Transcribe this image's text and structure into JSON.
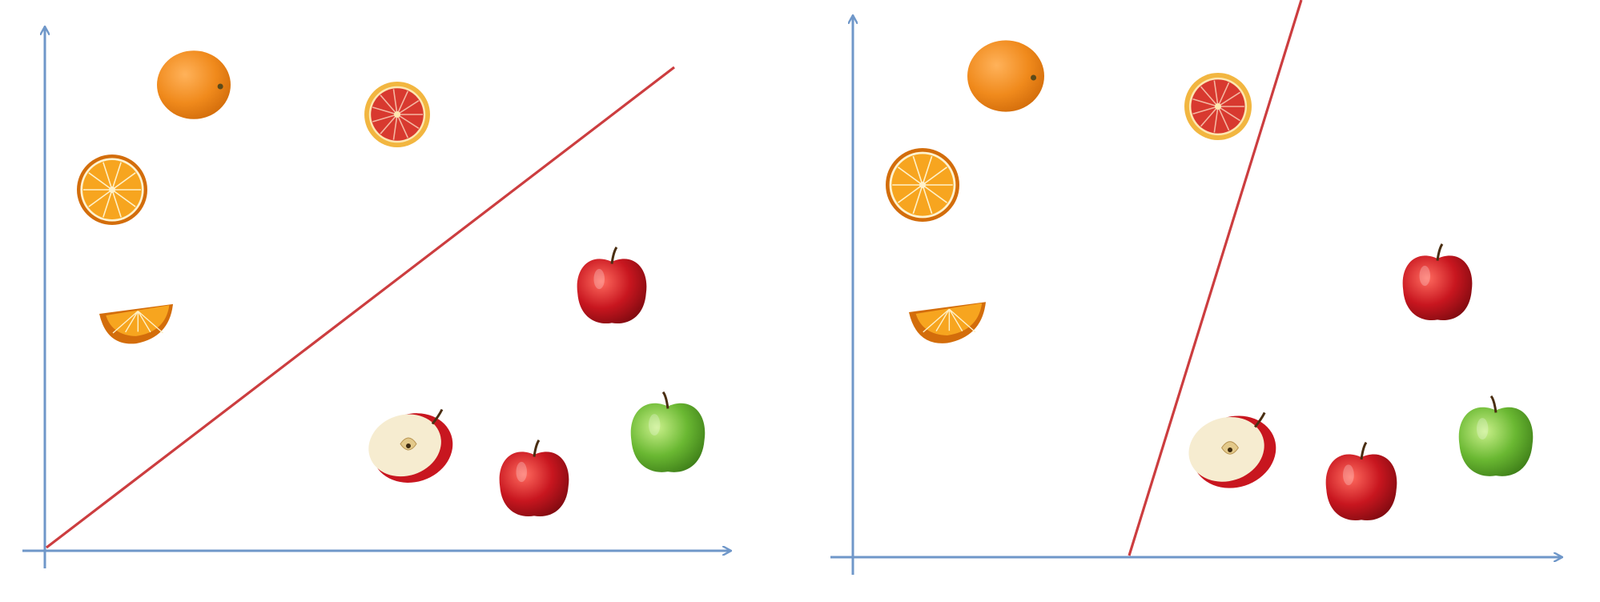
{
  "figure": {
    "panels": [
      {
        "id": "left",
        "boundary": "diagonal",
        "items": [
          {
            "kind": "orange",
            "name": "whole-orange"
          },
          {
            "kind": "blood-orange-half",
            "name": "blood-orange-half"
          },
          {
            "kind": "orange-half",
            "name": "orange-half"
          },
          {
            "kind": "orange-wedge",
            "name": "orange-wedge"
          },
          {
            "kind": "red-apple",
            "name": "red-apple-upper"
          },
          {
            "kind": "apple-half",
            "name": "apple-half"
          },
          {
            "kind": "red-apple",
            "name": "red-apple-lower"
          },
          {
            "kind": "green-apple",
            "name": "green-apple"
          }
        ]
      },
      {
        "id": "right",
        "boundary": "steep",
        "items": [
          {
            "kind": "orange",
            "name": "whole-orange"
          },
          {
            "kind": "blood-orange-half",
            "name": "blood-orange-half"
          },
          {
            "kind": "orange-half",
            "name": "orange-half"
          },
          {
            "kind": "orange-wedge",
            "name": "orange-wedge"
          },
          {
            "kind": "red-apple",
            "name": "red-apple-upper"
          },
          {
            "kind": "apple-half",
            "name": "apple-half"
          },
          {
            "kind": "red-apple",
            "name": "red-apple-lower"
          },
          {
            "kind": "green-apple",
            "name": "green-apple"
          }
        ]
      }
    ],
    "colors": {
      "axis": "#6f97c9",
      "boundary": "#cc3d3f",
      "orange": "#f08a1c",
      "orange_dark": "#d36d0b",
      "blood_orange": "#d8392f",
      "apple_red": "#c8161f",
      "apple_green": "#6ab832",
      "apple_flesh": "#f6ecd0"
    }
  }
}
